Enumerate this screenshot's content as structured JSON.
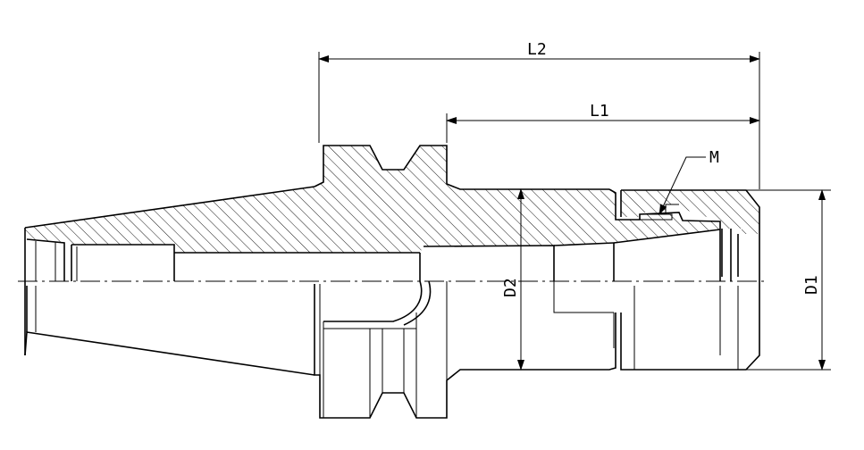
{
  "dimensions": {
    "l1": "L1",
    "l2": "L2",
    "d1": "D1",
    "d2": "D2",
    "m": "M"
  },
  "colors": {
    "line": "#000000",
    "background": "#ffffff"
  }
}
